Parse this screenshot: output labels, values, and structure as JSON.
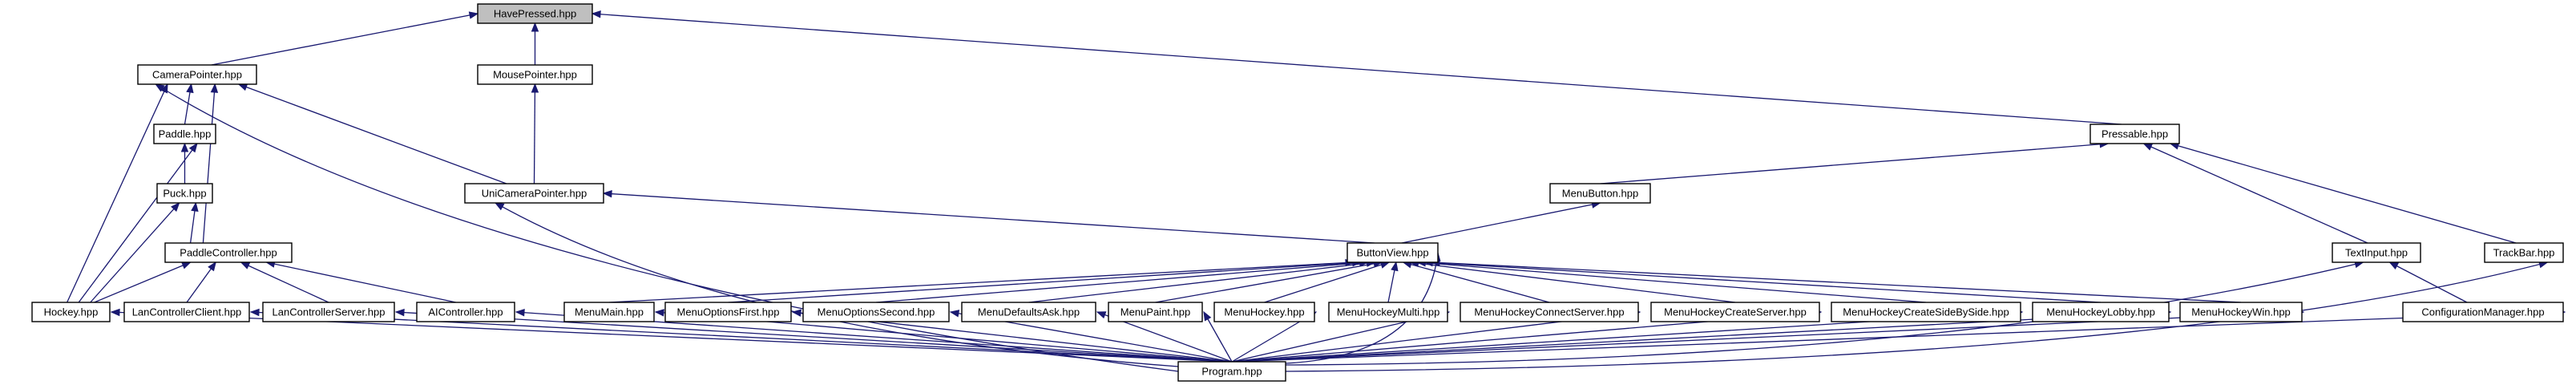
{
  "graph": {
    "nodes": [
      {
        "id": "havepressed",
        "label": "HavePressed.hpp",
        "root": true
      },
      {
        "id": "camerapointer",
        "label": "CameraPointer.hpp"
      },
      {
        "id": "mousepointer",
        "label": "MousePointer.hpp"
      },
      {
        "id": "pressable",
        "label": "Pressable.hpp"
      },
      {
        "id": "paddle",
        "label": "Paddle.hpp"
      },
      {
        "id": "puck",
        "label": "Puck.hpp"
      },
      {
        "id": "unicamerapointer",
        "label": "UniCameraPointer.hpp"
      },
      {
        "id": "menubutton",
        "label": "MenuButton.hpp"
      },
      {
        "id": "paddlecontroller",
        "label": "PaddleController.hpp"
      },
      {
        "id": "buttonview",
        "label": "ButtonView.hpp"
      },
      {
        "id": "textinput",
        "label": "TextInput.hpp"
      },
      {
        "id": "trackbar",
        "label": "TrackBar.hpp"
      },
      {
        "id": "hockey",
        "label": "Hockey.hpp"
      },
      {
        "id": "lancontrollerclient",
        "label": "LanControllerClient.hpp"
      },
      {
        "id": "lancontrollerserver",
        "label": "LanControllerServer.hpp"
      },
      {
        "id": "aicontroller",
        "label": "AIController.hpp"
      },
      {
        "id": "menumain",
        "label": "MenuMain.hpp"
      },
      {
        "id": "menuoptionsfirst",
        "label": "MenuOptionsFirst.hpp"
      },
      {
        "id": "menuoptionssecond",
        "label": "MenuOptionsSecond.hpp"
      },
      {
        "id": "menudefaultsask",
        "label": "MenuDefaultsAsk.hpp"
      },
      {
        "id": "menupaint",
        "label": "MenuPaint.hpp"
      },
      {
        "id": "menuhockey",
        "label": "MenuHockey.hpp"
      },
      {
        "id": "menuhockeymulti",
        "label": "MenuHockeyMulti.hpp"
      },
      {
        "id": "menuhockeyconnectserver",
        "label": "MenuHockeyConnectServer.hpp"
      },
      {
        "id": "menuhockeycreateserver",
        "label": "MenuHockeyCreateServer.hpp"
      },
      {
        "id": "menuhockeycreatesidebyside",
        "label": "MenuHockeyCreateSideBySide.hpp"
      },
      {
        "id": "menuhockeylobby",
        "label": "MenuHockeyLobby.hpp"
      },
      {
        "id": "menuhockeywin",
        "label": "MenuHockeyWin.hpp"
      },
      {
        "id": "configurationmanager",
        "label": "ConfigurationManager.hpp"
      },
      {
        "id": "program",
        "label": "Program.hpp"
      }
    ],
    "edges": [
      [
        "camerapointer",
        "havepressed"
      ],
      [
        "mousepointer",
        "havepressed"
      ],
      [
        "pressable",
        "havepressed"
      ],
      [
        "paddle",
        "camerapointer"
      ],
      [
        "paddlecontroller",
        "camerapointer"
      ],
      [
        "hockey",
        "camerapointer"
      ],
      [
        "unicamerapointer",
        "camerapointer"
      ],
      [
        "program",
        "camerapointer"
      ],
      [
        "unicamerapointer",
        "mousepointer"
      ],
      [
        "menubutton",
        "pressable"
      ],
      [
        "textinput",
        "pressable"
      ],
      [
        "trackbar",
        "pressable"
      ],
      [
        "puck",
        "paddle"
      ],
      [
        "hockey",
        "paddle"
      ],
      [
        "hockey",
        "puck"
      ],
      [
        "paddlecontroller",
        "puck"
      ],
      [
        "buttonview",
        "unicamerapointer"
      ],
      [
        "program",
        "unicamerapointer"
      ],
      [
        "buttonview",
        "menubutton"
      ],
      [
        "hockey",
        "paddlecontroller"
      ],
      [
        "lancontrollerclient",
        "paddlecontroller"
      ],
      [
        "lancontrollerserver",
        "paddlecontroller"
      ],
      [
        "aicontroller",
        "paddlecontroller"
      ],
      [
        "menumain",
        "buttonview"
      ],
      [
        "menuoptionsfirst",
        "buttonview"
      ],
      [
        "menuoptionssecond",
        "buttonview"
      ],
      [
        "menudefaultsask",
        "buttonview"
      ],
      [
        "menupaint",
        "buttonview"
      ],
      [
        "menuhockey",
        "buttonview"
      ],
      [
        "menuhockeymulti",
        "buttonview"
      ],
      [
        "menuhockeyconnectserver",
        "buttonview"
      ],
      [
        "menuhockeycreateserver",
        "buttonview"
      ],
      [
        "menuhockeycreatesidebyside",
        "buttonview"
      ],
      [
        "menuhockeylobby",
        "buttonview"
      ],
      [
        "menuhockeywin",
        "buttonview"
      ],
      [
        "program",
        "buttonview"
      ],
      [
        "configurationmanager",
        "textinput"
      ],
      [
        "program",
        "textinput"
      ],
      [
        "program",
        "trackbar"
      ],
      [
        "program",
        "hockey"
      ],
      [
        "program",
        "lancontrollerclient"
      ],
      [
        "program",
        "lancontrollerserver"
      ],
      [
        "program",
        "aicontroller"
      ],
      [
        "program",
        "menumain"
      ],
      [
        "program",
        "menuoptionsfirst"
      ],
      [
        "program",
        "menuoptionssecond"
      ],
      [
        "program",
        "menudefaultsask"
      ],
      [
        "program",
        "menupaint"
      ],
      [
        "program",
        "menuhockey"
      ],
      [
        "program",
        "menuhockeymulti"
      ],
      [
        "program",
        "menuhockeyconnectserver"
      ],
      [
        "program",
        "menuhockeycreateserver"
      ],
      [
        "program",
        "menuhockeycreatesidebyside"
      ],
      [
        "program",
        "menuhockeylobby"
      ],
      [
        "program",
        "menuhockeywin"
      ],
      [
        "program",
        "configurationmanager"
      ]
    ]
  },
  "colors": {
    "edge": "#191970",
    "node_border": "#000000",
    "node_fill": "#ffffff",
    "root_fill": "#bfbfbf"
  }
}
